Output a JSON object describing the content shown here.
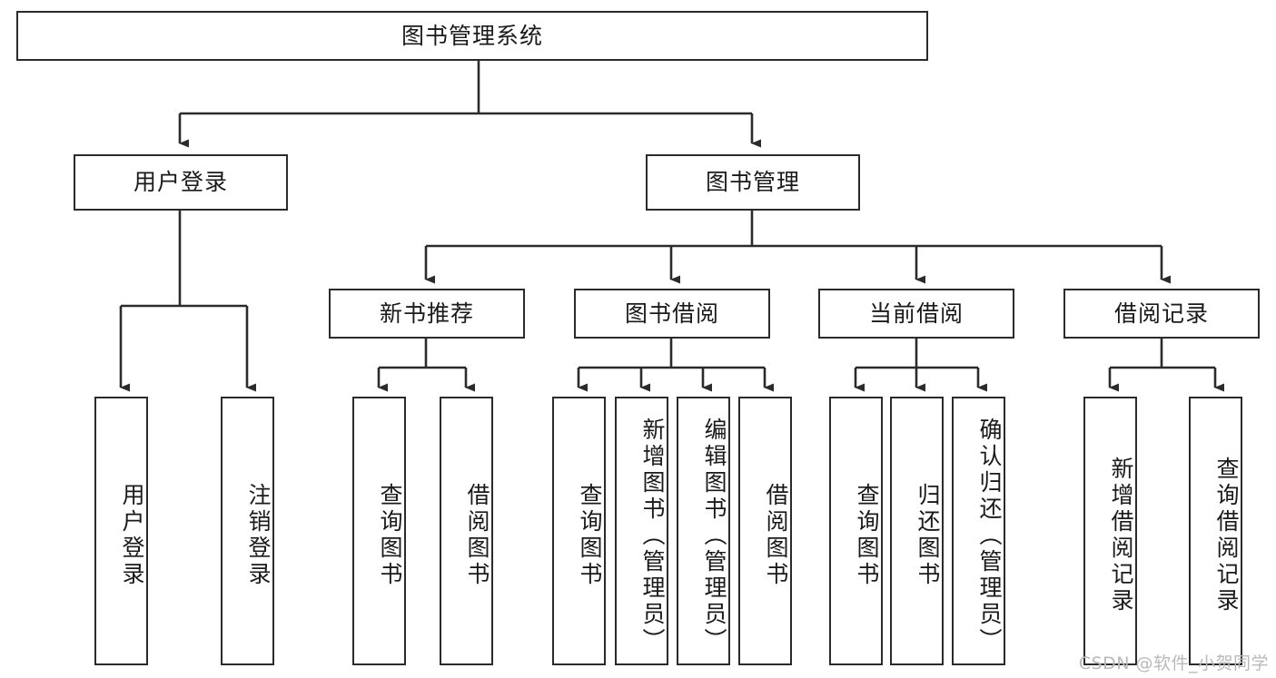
{
  "diagram": {
    "title": "图书管理系统",
    "type": "tree",
    "orientation": "top-down",
    "line_color": "#2b2b2b",
    "box_fill": "#ffffff",
    "text_color": "#1a1a1a"
  },
  "nodes": {
    "root": {
      "label": "图书管理系统"
    },
    "level2": [
      {
        "label": "用户登录"
      },
      {
        "label": "图书管理"
      }
    ],
    "level3": [
      {
        "label": "新书推荐"
      },
      {
        "label": "图书借阅"
      },
      {
        "label": "当前借阅"
      },
      {
        "label": "借阅记录"
      }
    ],
    "leaves": {
      "user_login": [
        {
          "label": "用户登录"
        },
        {
          "label": "注销登录"
        }
      ],
      "new_book_recommend": [
        {
          "label": "查询图书"
        },
        {
          "label": "借阅图书"
        }
      ],
      "book_borrow": [
        {
          "label": "查询图书"
        },
        {
          "label": "新增图书（管理员）"
        },
        {
          "label": "编辑图书（管理员）"
        },
        {
          "label": "借阅图书"
        }
      ],
      "current_borrow": [
        {
          "label": "查询图书"
        },
        {
          "label": "归还图书"
        },
        {
          "label": "确认归还（管理员）"
        }
      ],
      "borrow_record": [
        {
          "label": "新增借阅记录"
        },
        {
          "label": "查询借阅记录"
        }
      ]
    }
  },
  "watermark": {
    "text": "CSDN @软件_小贺同学"
  }
}
